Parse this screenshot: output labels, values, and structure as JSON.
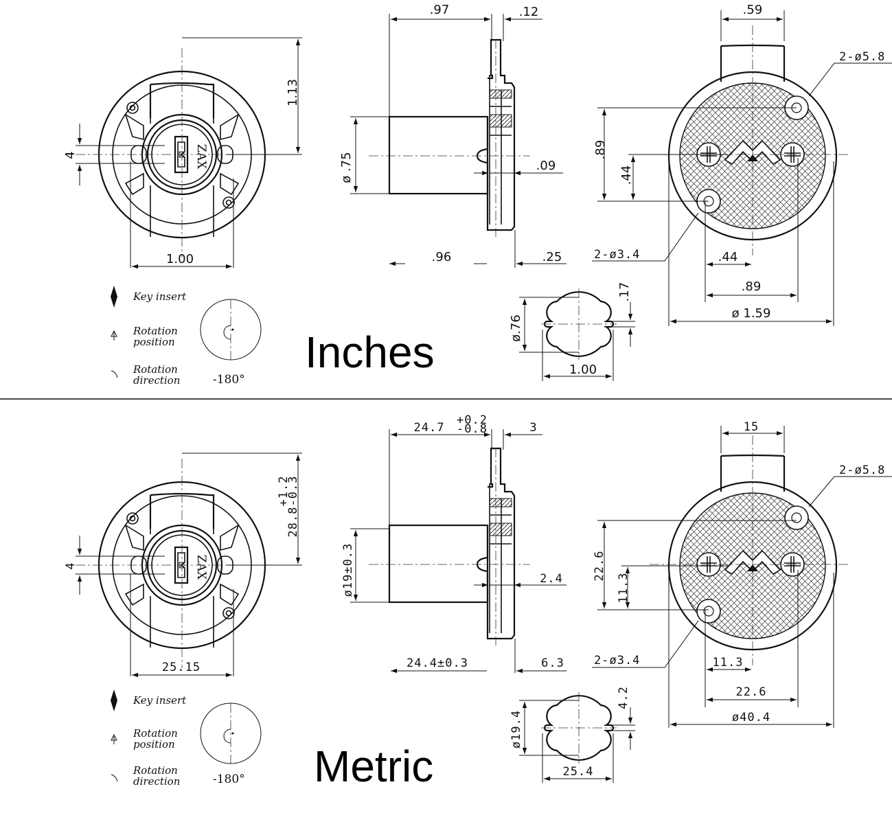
{
  "inches": {
    "title": "Inches",
    "front": {
      "height": "1.13",
      "key_offset": "4",
      "width": "1.00",
      "key_text": "ZAX"
    },
    "side": {
      "length": ".97",
      "flange": ".12",
      "diameter": "ø .75",
      "step": ".09",
      "base_length": ".96",
      "base_flange": ".25"
    },
    "back": {
      "top_width": ".59",
      "hole_large": "2-ø5.8",
      "hole_small": "2-ø3.4",
      "v_span": ".89",
      "v_half": ".44",
      "h_half": ".44",
      "h_span": ".89",
      "outer_dia": "ø 1.59"
    },
    "cam": {
      "height": ".17",
      "diameter": "ø.76",
      "width": "1.00"
    },
    "legend": {
      "key_insert": "Key insert",
      "rotation_position": "Rotation position",
      "rotation_direction": "Rotation direction",
      "angle": "-180°"
    }
  },
  "metric": {
    "title": "Metric",
    "front": {
      "height": "28.8",
      "height_tol_upper": "+1.2",
      "height_tol_lower": "-0.3",
      "key_offset": "4",
      "width": "25.15",
      "key_text": "ZAX"
    },
    "side": {
      "length": "24.7",
      "length_tol_upper": "+0.2",
      "length_tol_lower": "-0.8",
      "flange": "3",
      "diameter": "ø19±0.3",
      "step": "2.4",
      "base_length": "24.4±0.3",
      "base_flange": "6.3"
    },
    "back": {
      "top_width": "15",
      "hole_large": "2-ø5.8",
      "hole_small": "2-ø3.4",
      "v_span": "22.6",
      "v_half": "11.3",
      "h_half": "11.3",
      "h_span": "22.6",
      "outer_dia": "ø40.4"
    },
    "cam": {
      "height": "4.2",
      "diameter": "ø19.4",
      "width": "25.4"
    },
    "legend": {
      "key_insert": "Key insert",
      "rotation_position": "Rotation position",
      "rotation_direction": "Rotation direction",
      "angle": "-180°"
    }
  }
}
